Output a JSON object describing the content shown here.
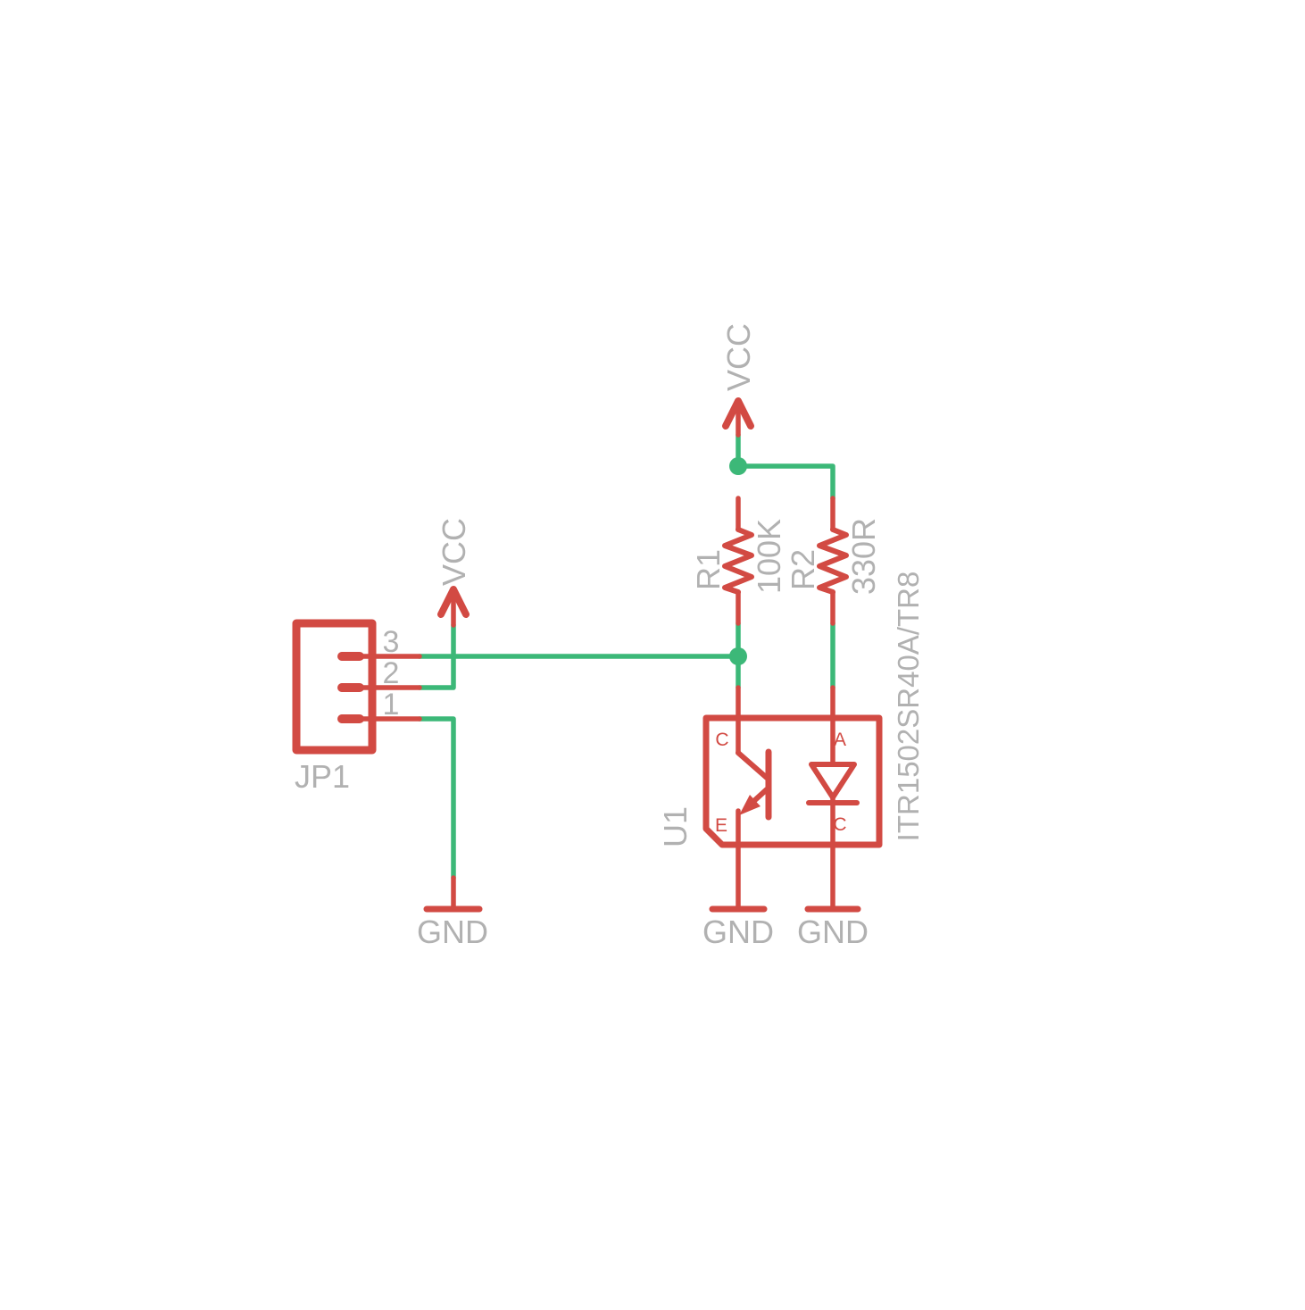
{
  "colors": {
    "symbol_red": "#d24a43",
    "net_green": "#3cb878",
    "label_gray": "#b1b1b1",
    "background": "#ffffff"
  },
  "power": {
    "vcc": "VCC",
    "gnd": "GND"
  },
  "connector": {
    "designator": "JP1",
    "pins": [
      "3",
      "2",
      "1"
    ]
  },
  "resistors": [
    {
      "designator": "R1",
      "value": "100K"
    },
    {
      "designator": "R2",
      "value": "330R"
    }
  ],
  "optocoupler": {
    "designator": "U1",
    "part_number": "ITR1502SR40A/TR8",
    "pin_labels": {
      "collector": "C",
      "emitter": "E",
      "anode": "A",
      "cathode": "C"
    }
  }
}
